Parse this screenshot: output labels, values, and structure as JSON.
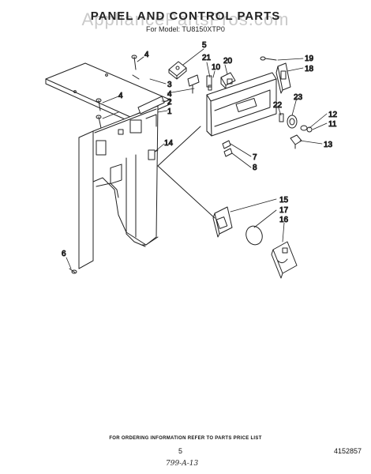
{
  "watermark": "AppliancePartsPros.com",
  "header": {
    "title": "PANEL AND CONTROL PARTS",
    "model": "For Model: TU8150XTP0"
  },
  "callouts": [
    "5",
    "4",
    "21",
    "10",
    "20",
    "19",
    "18",
    "3",
    "4",
    "2",
    "4",
    "1",
    "22",
    "23",
    "12",
    "11",
    "13",
    "14",
    "7",
    "8",
    "15",
    "17",
    "16",
    "6"
  ],
  "footer": {
    "ordering_note": "FOR ORDERING INFORMATION REFER TO PARTS PRICE LIST",
    "page_number": "5",
    "part_number": "4152857",
    "handwritten_note": "799-A-13"
  }
}
